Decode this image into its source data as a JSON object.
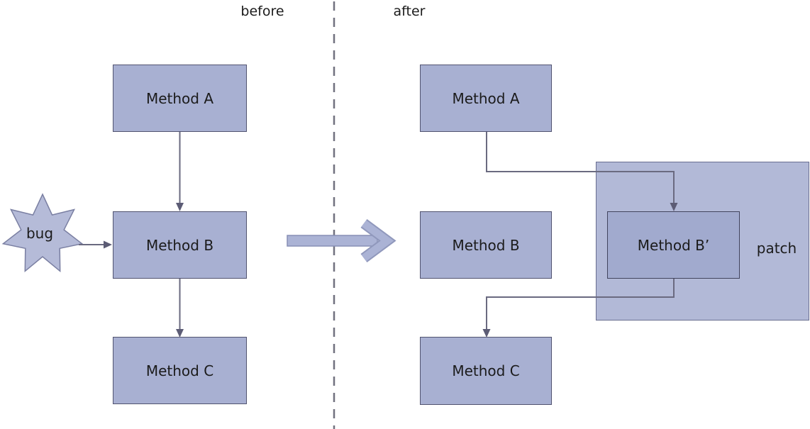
{
  "header": {
    "before_label": "before",
    "after_label": "after"
  },
  "before_section": {
    "method_a": "Method A",
    "method_b": "Method B",
    "method_c": "Method C",
    "bug_label": "bug"
  },
  "after_section": {
    "method_a": "Method A",
    "method_b": "Method B",
    "method_b_prime": "Method B’",
    "method_c": "Method C",
    "patch_label": "patch"
  },
  "colors": {
    "box_fill": "#a8b0d2",
    "box_border": "#515370",
    "patch_fill": "#b2b9d7",
    "patch_border": "#696e90",
    "patched_box_fill": "#a1aace",
    "patched_box_border": "#42445e",
    "connector_line": "#6a6a80",
    "arrowhead": "#5c5c75",
    "star_fill": "#b5bbd8",
    "star_border": "#7a7fa2",
    "big_arrow_fill": "#abb3d5",
    "big_arrow_edge": "#9098bc",
    "divider_dash": "#71717f",
    "text": "#1b1b1b",
    "background": "#ffffff"
  }
}
